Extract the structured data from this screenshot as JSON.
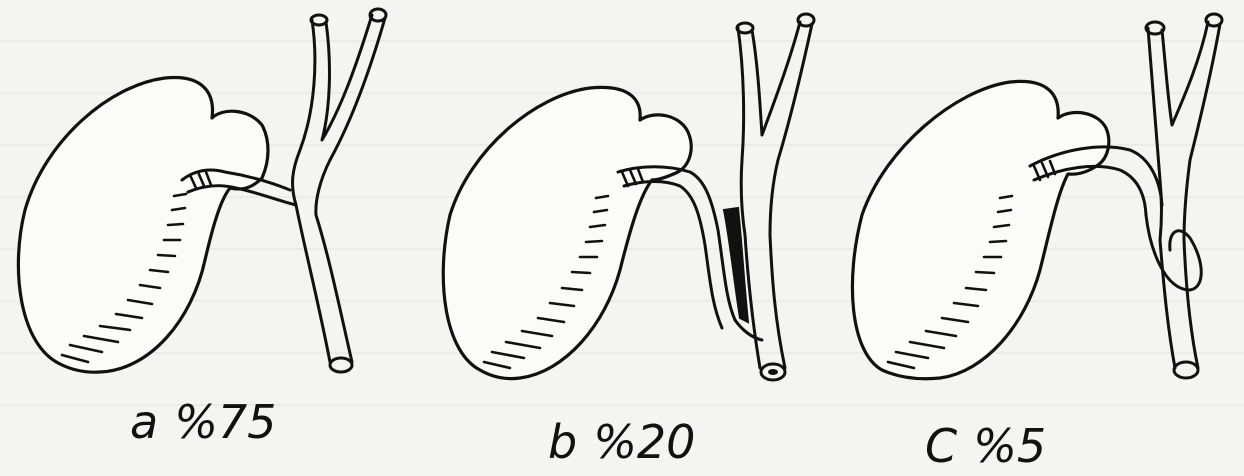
{
  "panels": [
    {
      "letter": "a",
      "percent": "%75"
    },
    {
      "letter": "b",
      "percent": "%20"
    },
    {
      "letter": "C",
      "percent": "%5"
    }
  ]
}
